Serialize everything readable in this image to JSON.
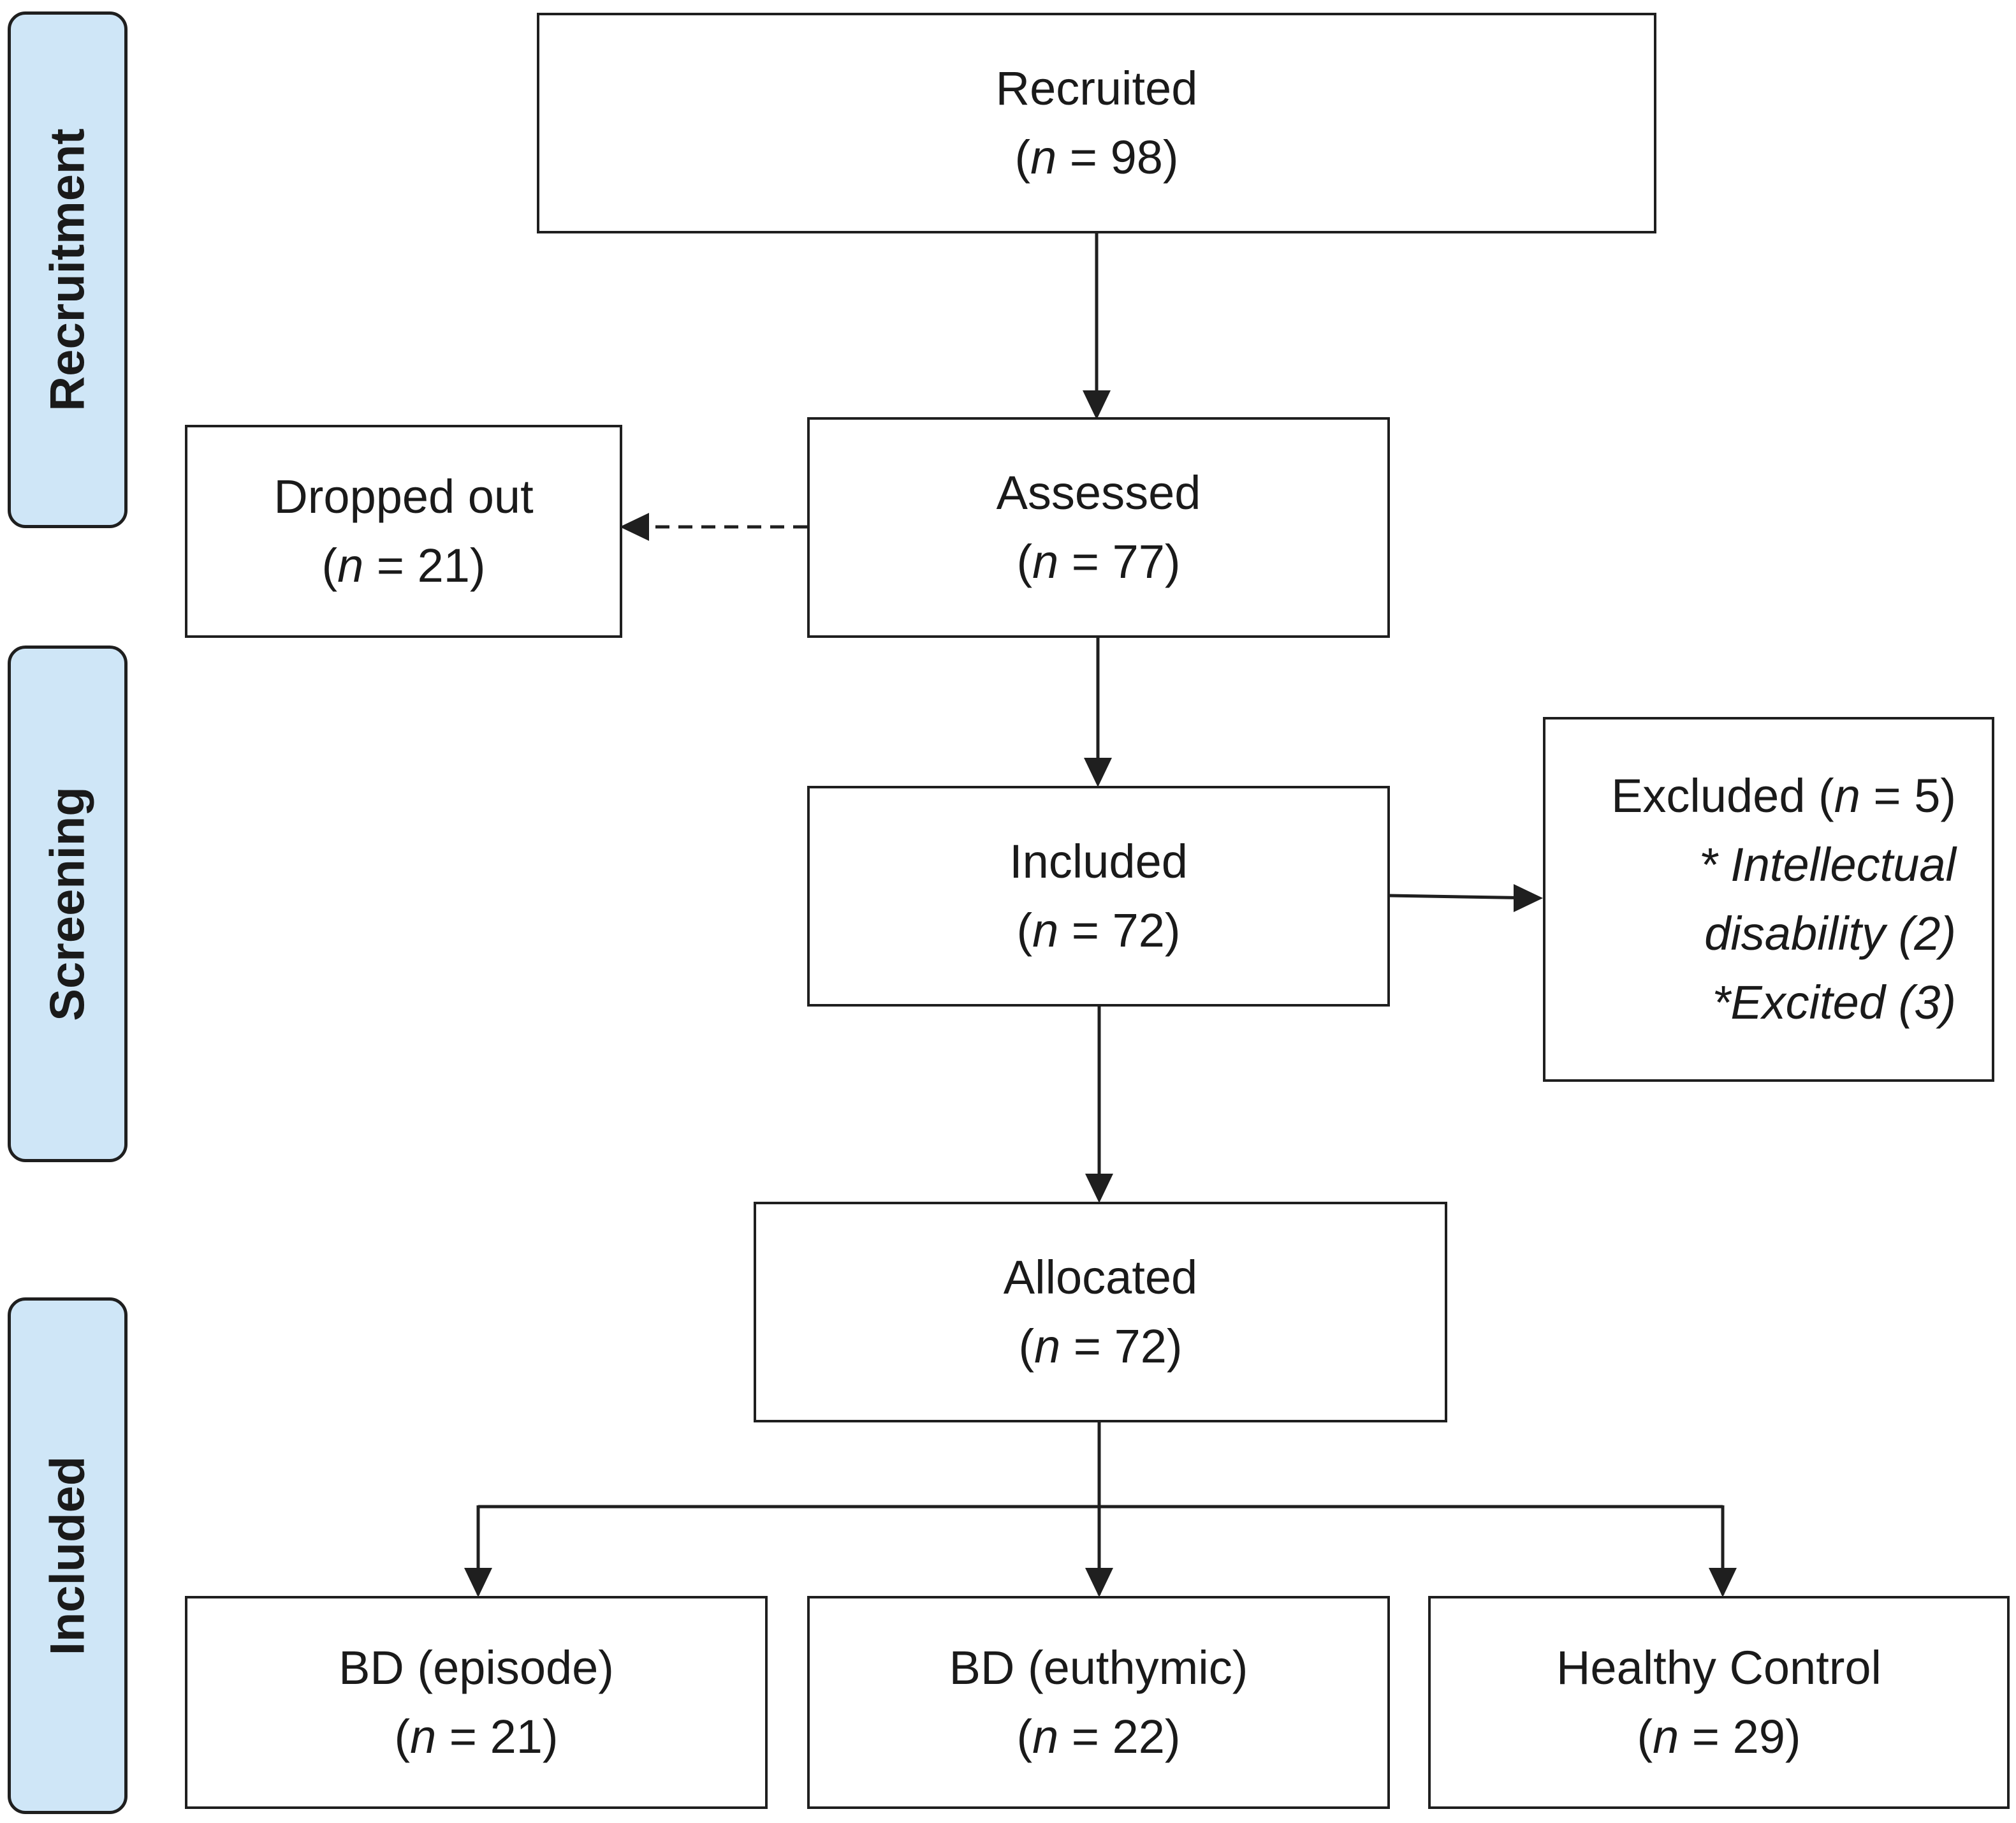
{
  "stages": [
    {
      "id": "recruitment",
      "label": "Recruitment"
    },
    {
      "id": "screening",
      "label": "Screening"
    },
    {
      "id": "included",
      "label": "Included"
    }
  ],
  "boxes": {
    "recruited": {
      "title": "Recruited",
      "n_symbol": "n",
      "n": "98"
    },
    "dropped_out": {
      "title": "Dropped out",
      "n_symbol": "n",
      "n": "21"
    },
    "assessed": {
      "title": "Assessed",
      "n_symbol": "n",
      "n": "77"
    },
    "included": {
      "title": "Included",
      "n_symbol": "n",
      "n": "72"
    },
    "excluded": {
      "title": "Excluded",
      "n_symbol": "n",
      "n": "5",
      "reasons": [
        "* Intellectual",
        "disability (2)",
        "*Excited (3)"
      ]
    },
    "allocated": {
      "title": "Allocated",
      "n_symbol": "n",
      "n": "72"
    },
    "bd_episode": {
      "title": "BD (episode)",
      "n_symbol": "n",
      "n": "21"
    },
    "bd_euthymic": {
      "title": "BD (euthymic)",
      "n_symbol": "n",
      "n": "22"
    },
    "healthy_control": {
      "title": "Healthy Control",
      "n_symbol": "n",
      "n": "29"
    }
  },
  "colors": {
    "stage_fill": "#cfe6f7",
    "stroke": "#1f1f1f"
  }
}
